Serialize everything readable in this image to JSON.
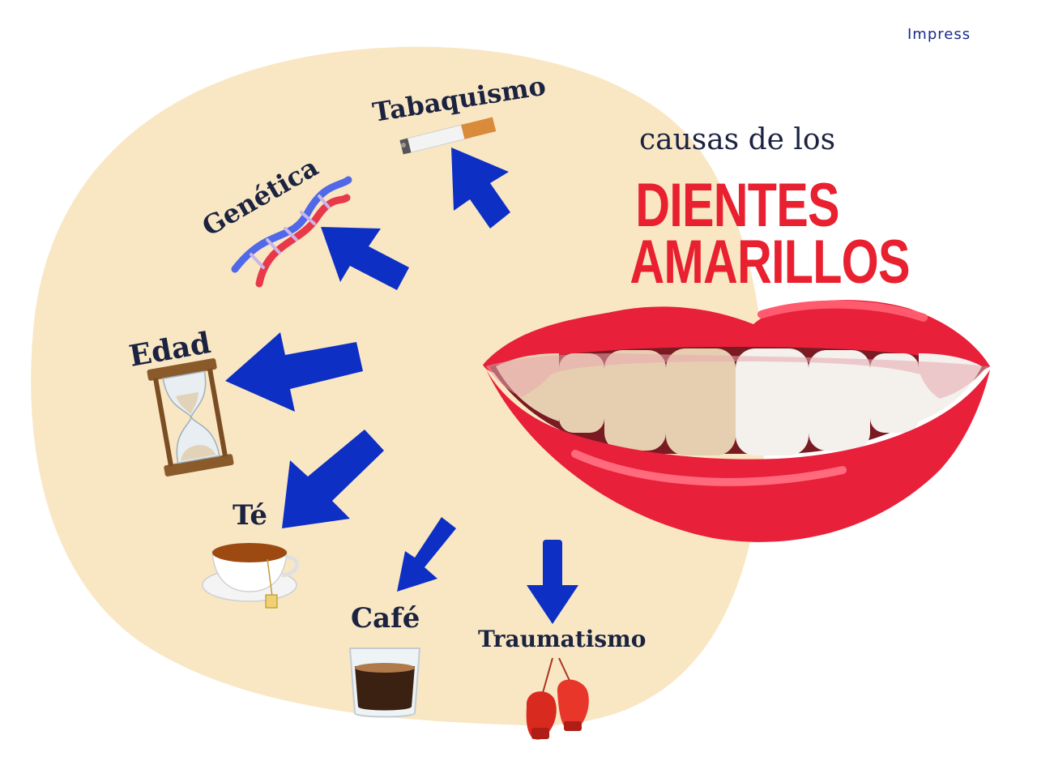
{
  "brand": "Impress",
  "heading": {
    "line1": "causas de los",
    "line2": "DIENTES",
    "line3": "AMARILLOS"
  },
  "causes": {
    "tabaquismo": "Tabaquismo",
    "genetica": "Genética",
    "edad": "Edad",
    "te": "Té",
    "cafe": "Café",
    "traumatismo": "Traumatismo"
  },
  "colors": {
    "blob": "#f9e7c4",
    "arrow": "#0d2fc4",
    "lips": "#e8203a",
    "title_red": "#e8202f",
    "text_dark": "#1c2340",
    "yellow_teeth": "#e6cfb0",
    "white_teeth": "#f4f0ec"
  },
  "icons": [
    "cigarette-icon",
    "dna-icon",
    "hourglass-icon",
    "teacup-icon",
    "coffee-glass-icon",
    "boxing-gloves-icon",
    "lips-icon"
  ]
}
